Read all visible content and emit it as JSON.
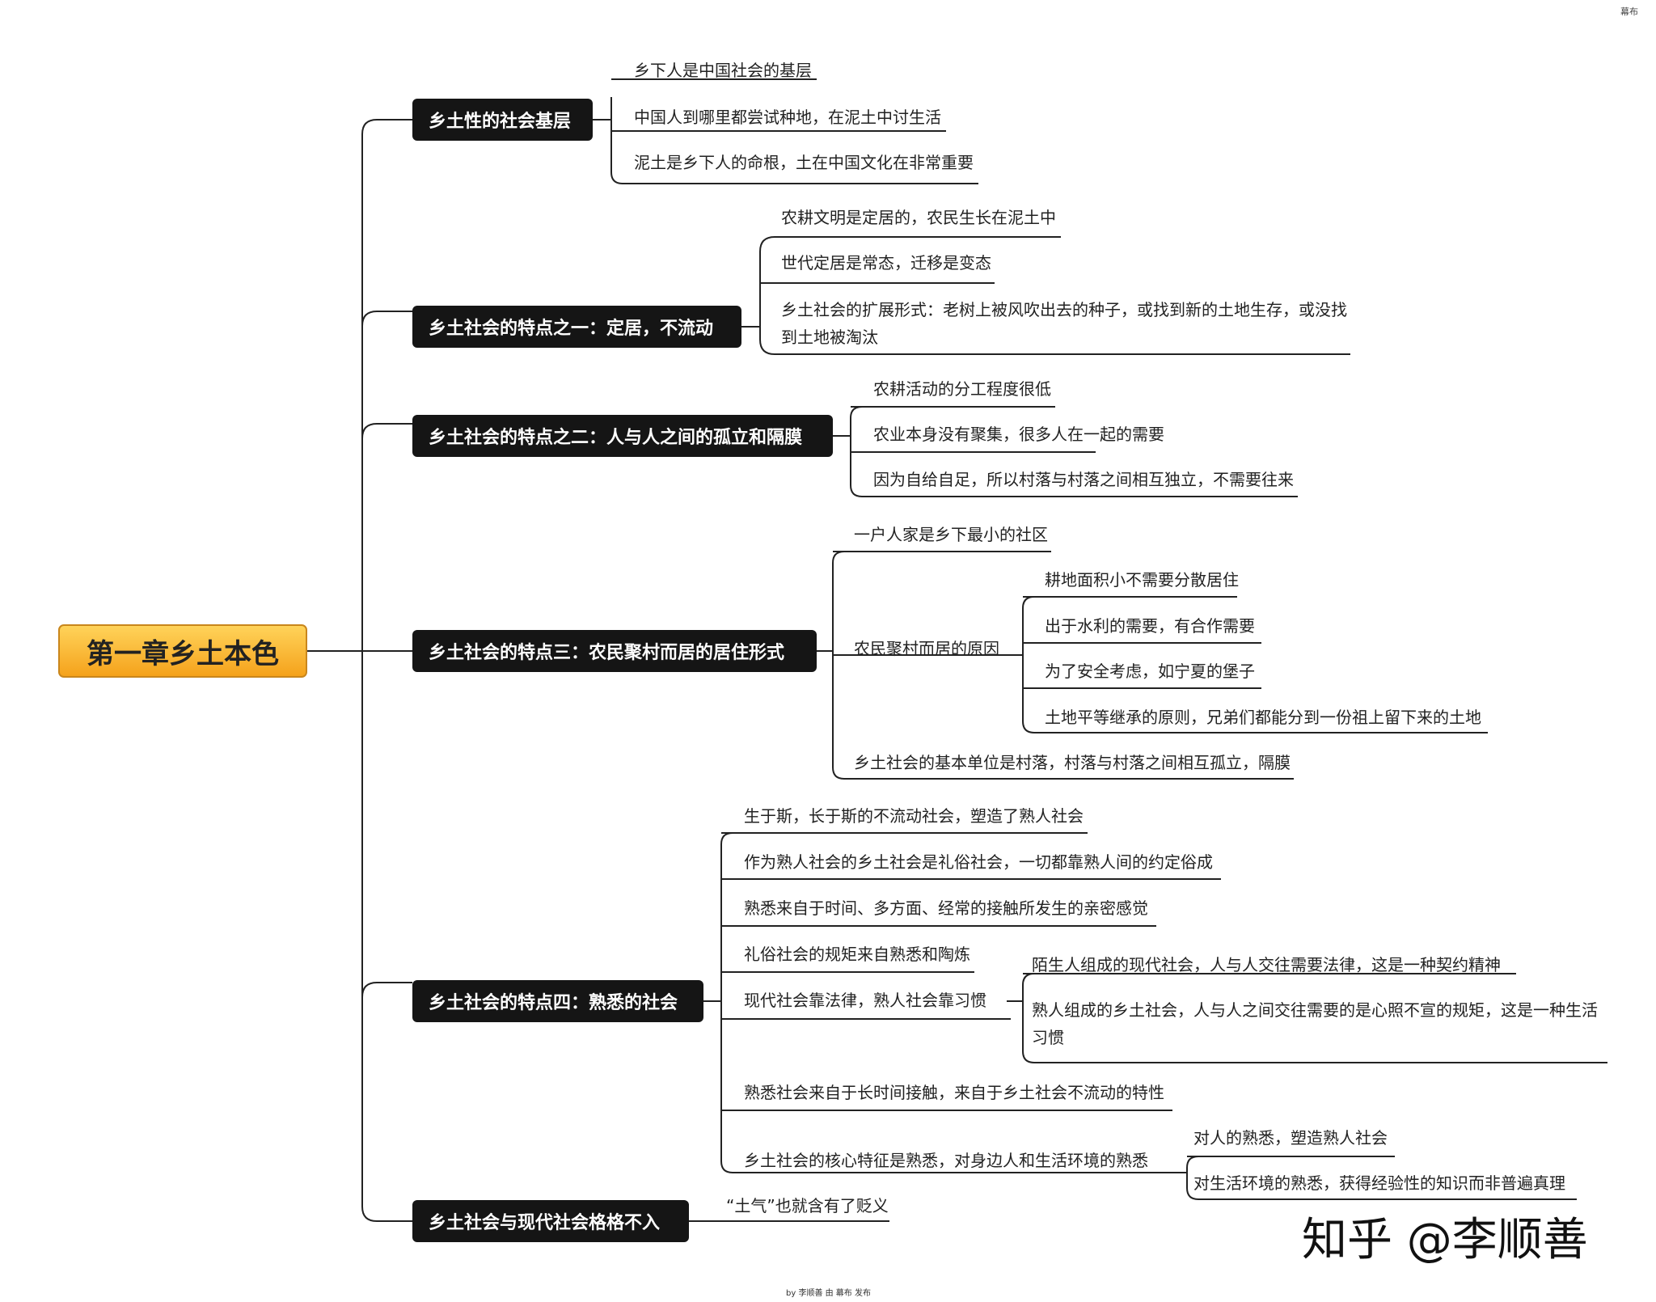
{
  "root": {
    "label": "第一章乡土本色"
  },
  "branches": [
    {
      "label": "乡土性的社会基层",
      "items": [
        "乡下人是中国社会的基层",
        "中国人到哪里都尝试种地，在泥土中讨生活",
        "泥土是乡下人的命根，土在中国文化在非常重要"
      ]
    },
    {
      "label": "乡土社会的特点之一：定居，不流动",
      "items": [
        "农耕文明是定居的，农民生长在泥土中",
        "世代定居是常态，迁移是变态",
        "乡土社会的扩展形式：老树上被风吹出去的种子，或找到新的土地生存，或没找",
        "到土地被淘汰"
      ]
    },
    {
      "label": "乡土社会的特点之二：人与人之间的孤立和隔膜",
      "items": [
        "农耕活动的分工程度很低",
        "农业本身没有聚集，很多人在一起的需要",
        "因为自给自足，所以村落与村落之间相互独立，不需要往来"
      ]
    },
    {
      "label": "乡土社会的特点三：农民聚村而居的居住形式",
      "items": [
        "一户人家是乡下最小的社区",
        "农民聚村而居的原因",
        "乡土社会的基本单位是村落，村落与村落之间相互孤立，隔膜"
      ],
      "sub": [
        "耕地面积小不需要分散居住",
        "出于水利的需要，有合作需要",
        "为了安全考虑，如宁夏的堡子",
        "土地平等继承的原则，兄弟们都能分到一份祖上留下来的土地"
      ]
    },
    {
      "label": "乡土社会的特点四：熟悉的社会",
      "items": [
        "生于斯，长于斯的不流动社会，塑造了熟人社会",
        "作为熟人社会的乡土社会是礼俗社会，一切都靠熟人间的约定俗成",
        "熟悉来自于时间、多方面、经常的接触所发生的亲密感觉",
        "礼俗社会的规矩来自熟悉和陶炼",
        "现代社会靠法律，熟人社会靠习惯",
        "熟悉社会来自于长时间接触，来自于乡土社会不流动的特性",
        "乡土社会的核心特征是熟悉，对身边人和生活环境的熟悉"
      ],
      "sub_law": [
        "陌生人组成的现代社会，人与人交往需要法律，这是一种契约精神",
        "熟人组成的乡土社会，人与人之间交往需要的是心照不宣的规矩，这是一种生活",
        "习惯"
      ],
      "sub_core": [
        "对人的熟悉，塑造熟人社会",
        "对生活环境的熟悉，获得经验性的知识而非普遍真理"
      ]
    },
    {
      "label": "乡土社会与现代社会格格不入",
      "items": [
        "“土气”也就含有了贬义"
      ]
    }
  ],
  "watermark": "知乎 @李顺善",
  "credit": "by 李顺善 由 幕布 发布",
  "corner_mark": "幕布",
  "colors": {
    "root_fill": "#f5a21b",
    "branch_fill": "#151515",
    "line": "#222222"
  }
}
